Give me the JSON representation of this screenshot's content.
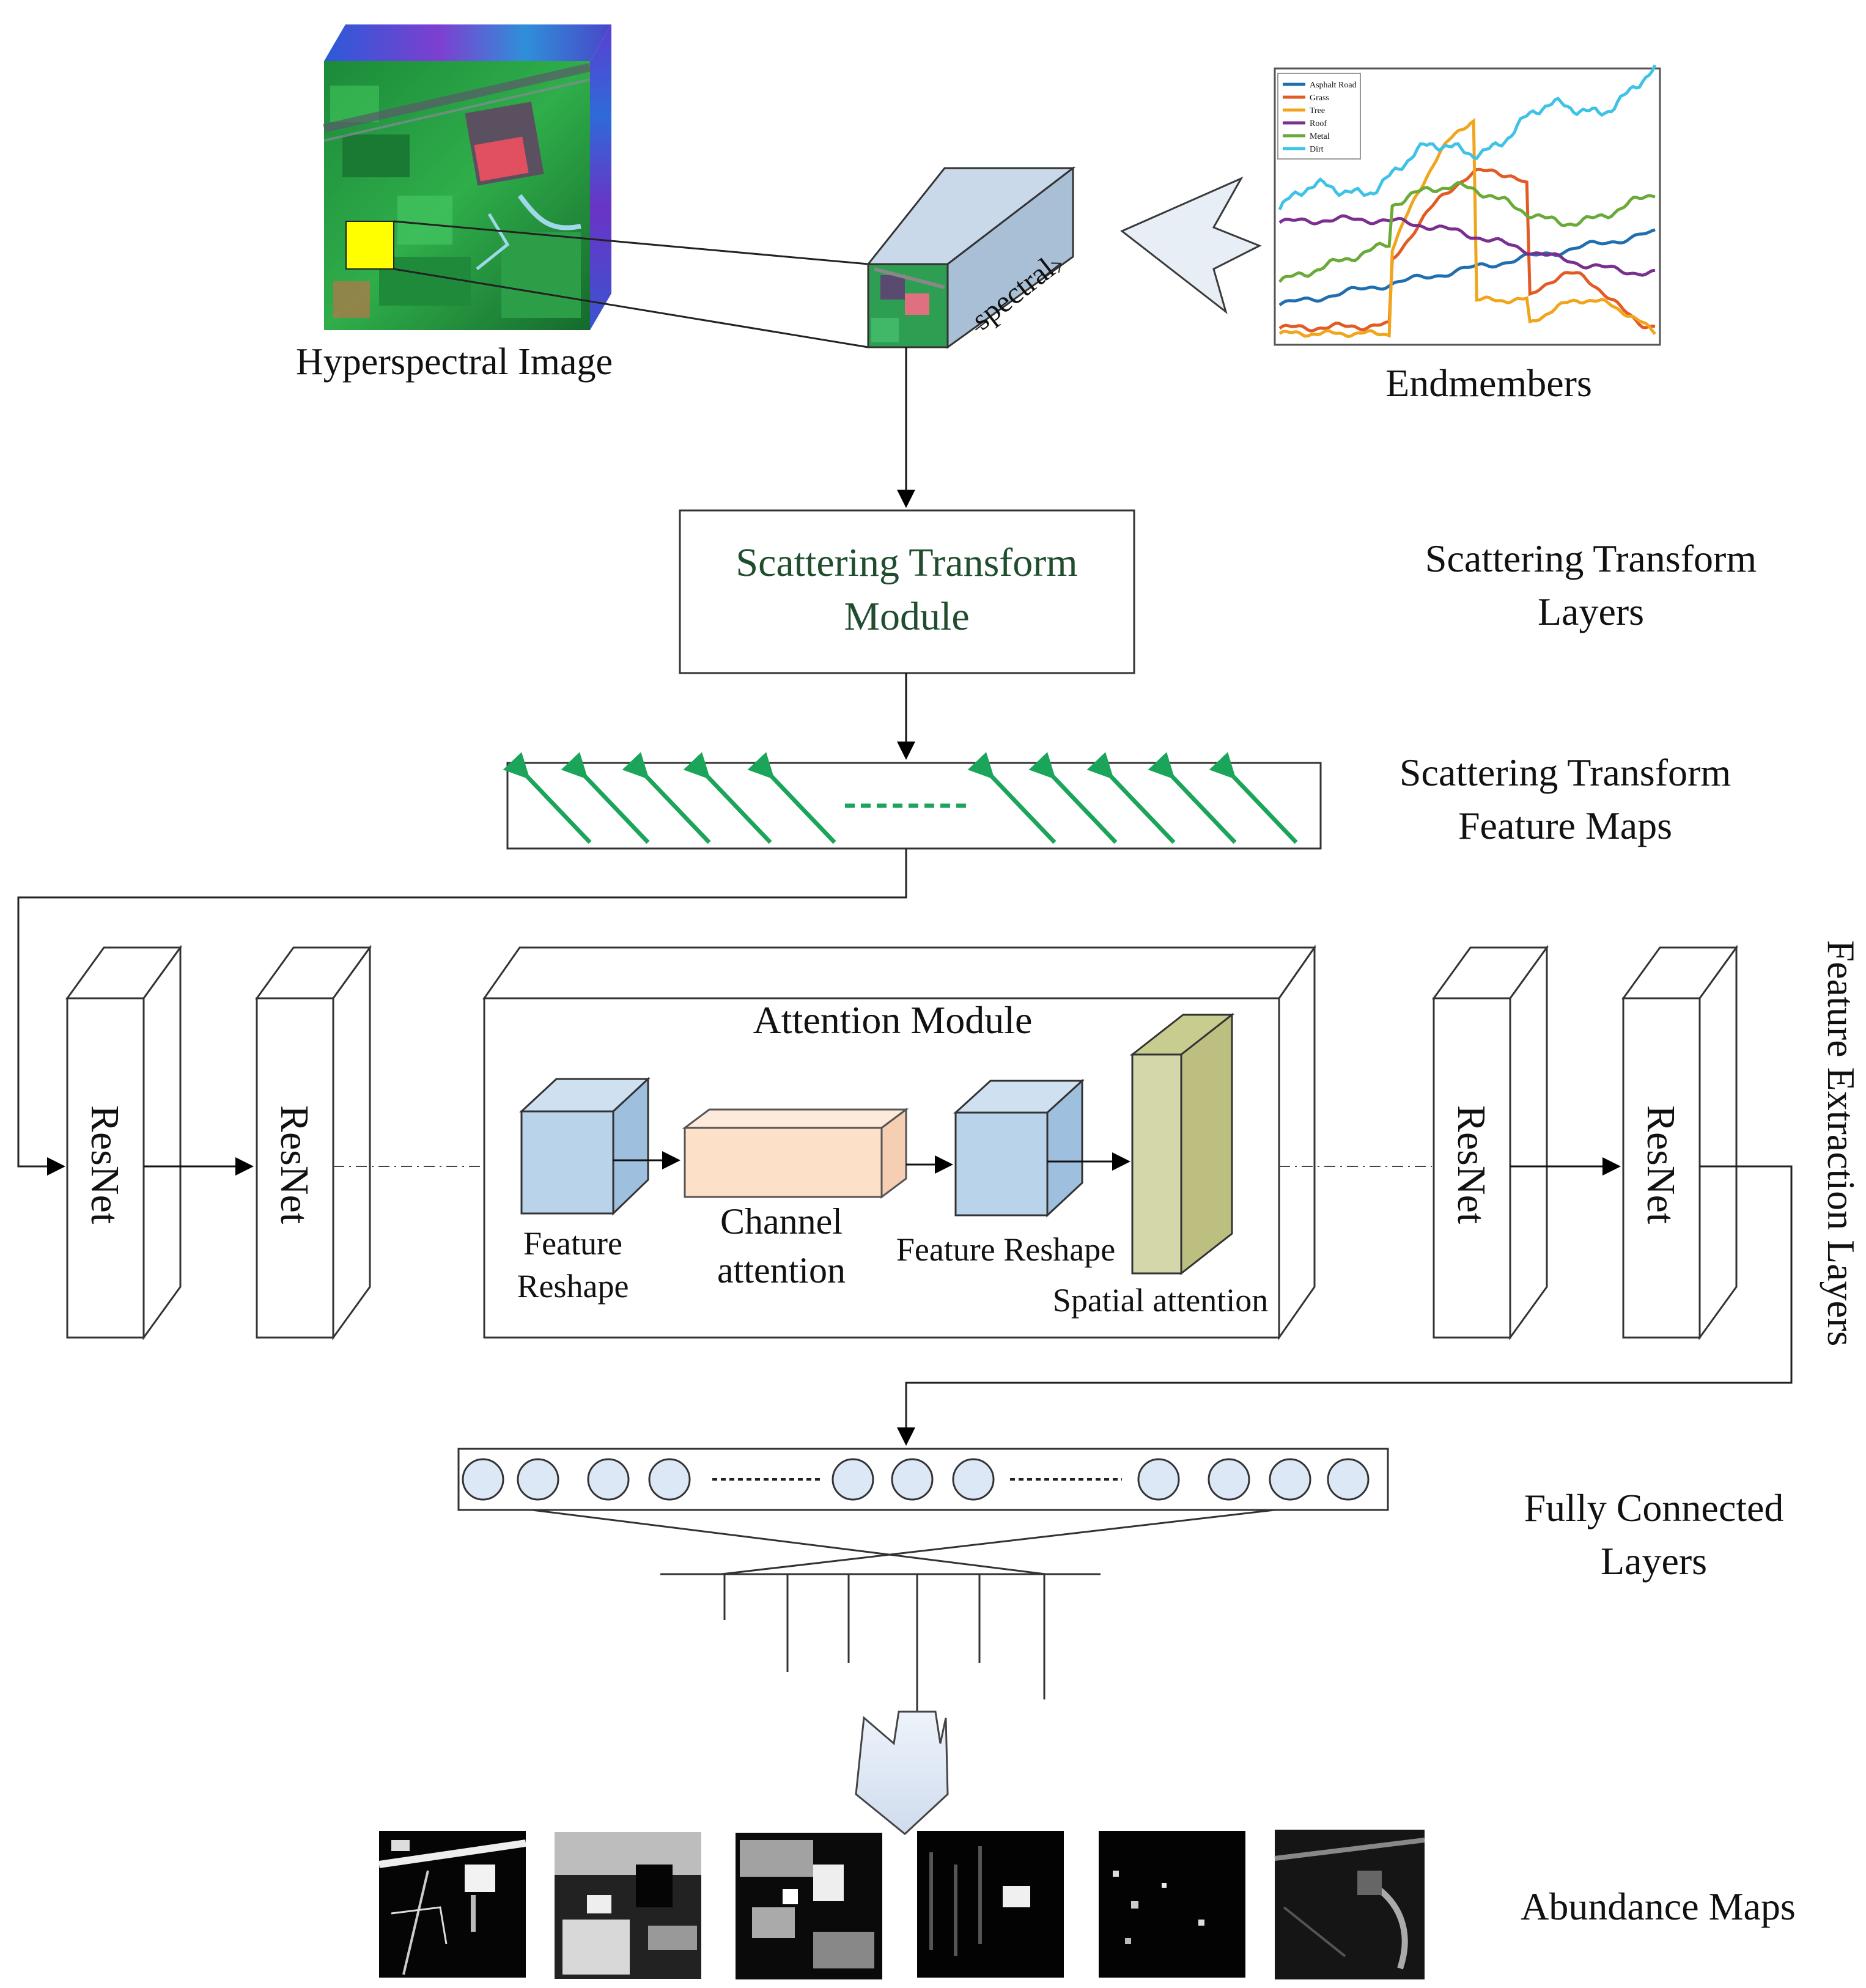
{
  "labels": {
    "hyperspectral_image": "Hyperspectral Image",
    "spectral": "spectral",
    "endmembers": "Endmembers",
    "scattering_module_line1": "Scattering Transform",
    "scattering_module_line2": "Module",
    "scattering_layers_line1": "Scattering Transform",
    "scattering_layers_line2": "Layers",
    "feature_maps_line1": "Scattering Transform",
    "feature_maps_line2": "Feature Maps",
    "feature_extraction_layers": "Feature Extraction Layers",
    "resnet": "ResNet",
    "attention_module": "Attention Module",
    "feature_reshape_1_line1": "Feature",
    "feature_reshape_1_line2": "Reshape",
    "channel_attention_line1": "Channel",
    "channel_attention_line2": "attention",
    "feature_reshape_2": "Feature Reshape",
    "spatial_attention": "Spatial attention",
    "fully_connected_line1": "Fully Connected",
    "fully_connected_line2": "Layers",
    "abundance_maps": "Abundance Maps"
  },
  "endmember_legend": [
    "Asphalt Road",
    "Grass",
    "Tree",
    "Roof",
    "Metal",
    "Dirt"
  ],
  "colors": {
    "arrow_green": "#1aa55a",
    "box_blue": "#b8d3ea",
    "channel_peach": "#fde0c8",
    "spatial_olive_front": "#d3d7aa",
    "spatial_olive_side": "#bcbf80",
    "prism_blue": "#b6cbe0",
    "big_arrow_fill": "#dde7f3",
    "series": [
      "#1f6fb0",
      "#e25b24",
      "#f0a51c",
      "#7a2f8f",
      "#6aaa38",
      "#3fc2e6"
    ]
  }
}
